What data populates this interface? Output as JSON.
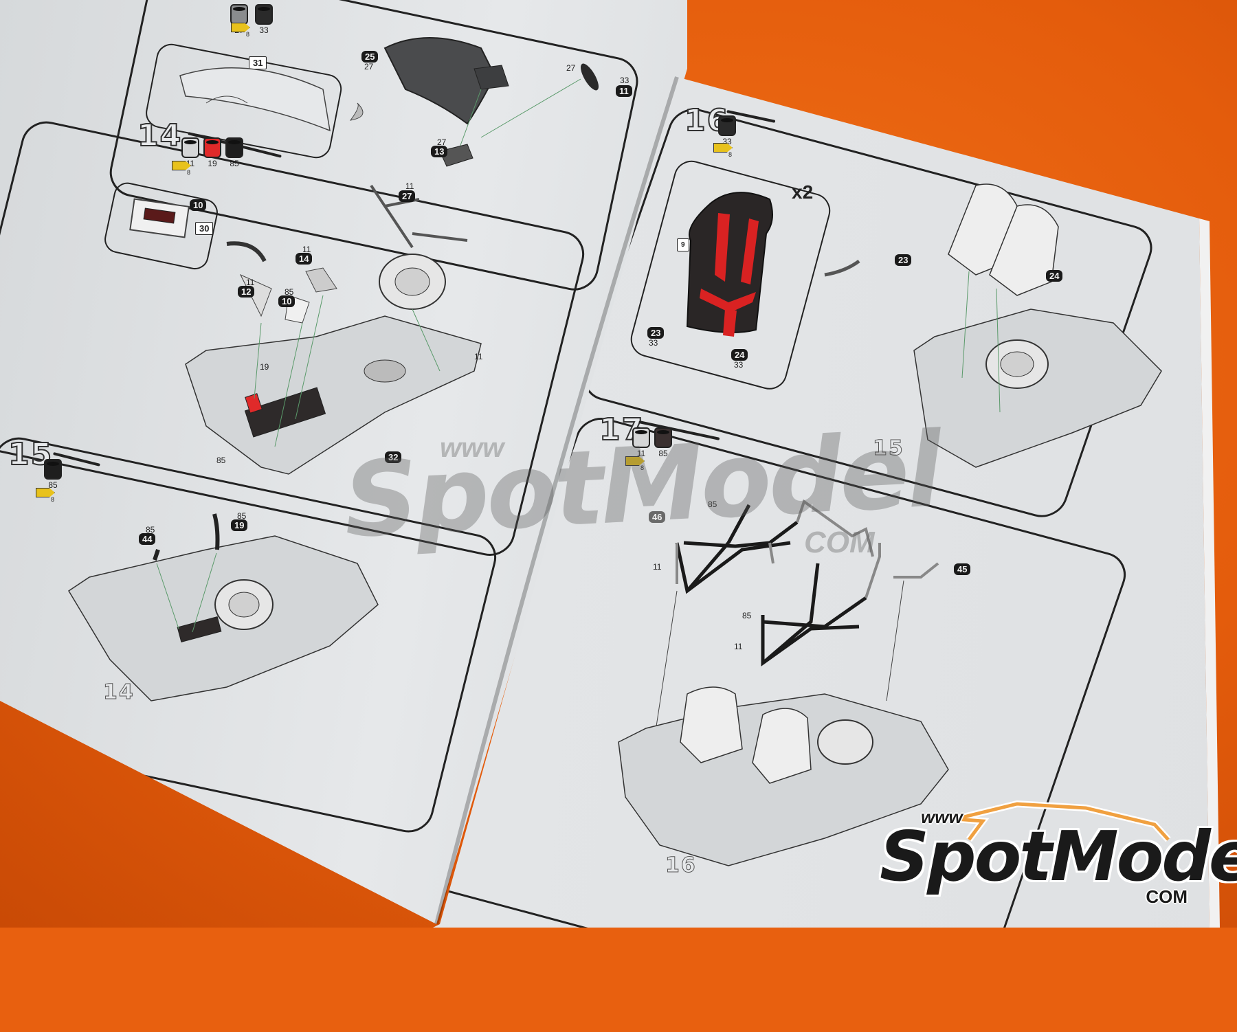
{
  "document": {
    "type": "model kit assembly instructions",
    "watermark": {
      "www": "www",
      "brand": "SpotModel",
      "com": "COM"
    },
    "logo": {
      "www": "www",
      "brand": "SpotModel",
      "com": "COM"
    }
  },
  "left_page": {
    "step13": {
      "paints": [
        {
          "num": "27",
          "color": "#8a8c8e"
        },
        {
          "num": "33",
          "color": "#2a2a2a"
        }
      ],
      "glue_label": "8",
      "inset_tag": "31",
      "tags": [
        {
          "part": "25",
          "paint": "27"
        },
        {
          "part": "11",
          "paint": "33",
          "extra_paint": "27"
        },
        {
          "part": "13",
          "paint": "27"
        }
      ]
    },
    "step14": {
      "number": "14",
      "paints": [
        {
          "num": "11",
          "color": "#d5d6d7"
        },
        {
          "num": "19",
          "color": "#e02a2a"
        },
        {
          "num": "85",
          "color": "#1e1e1e"
        }
      ],
      "glue_label": "8",
      "inset_tags": [
        "10",
        "30"
      ],
      "tags": [
        {
          "part": "27",
          "paint": "11"
        },
        {
          "part": "14",
          "paint": "11"
        },
        {
          "part": "12",
          "paint": "11"
        },
        {
          "part": "10",
          "paint": "85"
        },
        {
          "part": "32",
          "paint": ""
        }
      ],
      "labels": [
        "19",
        "85",
        "11"
      ]
    },
    "step15": {
      "number": "15",
      "paints": [
        {
          "num": "85",
          "color": "#1e1e1e"
        }
      ],
      "glue_label": "8",
      "tags": [
        {
          "part": "44",
          "paint": "85"
        },
        {
          "part": "19",
          "paint": "85"
        }
      ],
      "base_ref": "14"
    }
  },
  "right_page": {
    "step16": {
      "number": "16",
      "paints": [
        {
          "num": "33",
          "color": "#2a2a2a"
        }
      ],
      "glue_label": "8",
      "inset_multiplier": "x2",
      "inset_tags": [
        {
          "part": "9",
          "paint": ""
        },
        {
          "part": "23",
          "paint": "33"
        },
        {
          "part": "24",
          "paint": "33"
        }
      ],
      "tags": [
        {
          "part": "23"
        },
        {
          "part": "24"
        }
      ],
      "base_ref": "15"
    },
    "step17": {
      "number": "17",
      "paints": [
        {
          "num": "11",
          "color": "#d5d6d7"
        },
        {
          "num": "85",
          "color": "#3a3030"
        }
      ],
      "glue_label": "8",
      "tags": [
        {
          "part": "46"
        },
        {
          "part": "45"
        }
      ],
      "labels": [
        "85",
        "11",
        "85",
        "11"
      ],
      "base_ref": "16"
    }
  }
}
